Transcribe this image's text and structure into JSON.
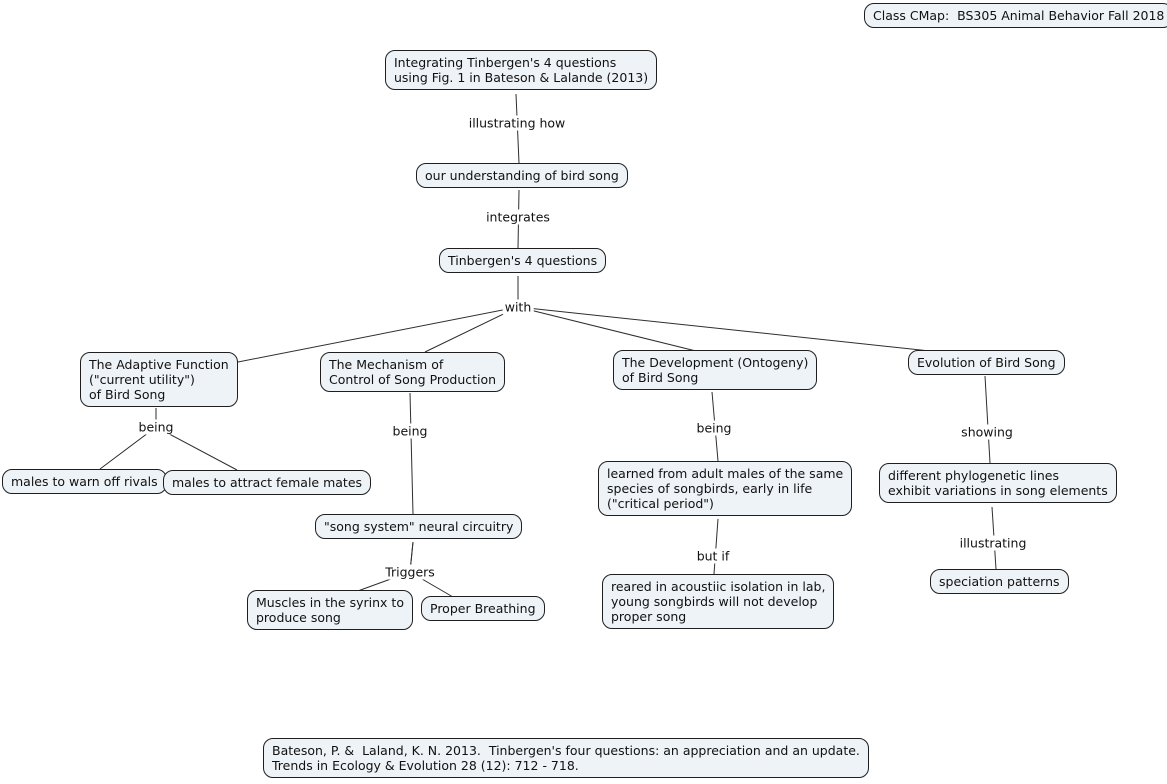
{
  "colors": {
    "background": "#ffffff",
    "node_fill": "#eef3f7",
    "node_border": "#1f1f1f",
    "edge_line": "#2e2e2e",
    "text": "#111111"
  },
  "nodes": {
    "class_title": "Class CMap:  BS305 Animal Behavior Fall 2018",
    "integrating": "Integrating Tinbergen's 4 questions\nusing Fig. 1 in Bateson & Lalande (2013)",
    "understanding": "our understanding of bird song",
    "tinbergen4": "Tinbergen's 4 questions",
    "adaptive": "The Adaptive Function\n(\"current utility\")\nof Bird Song",
    "mechanism": "The Mechanism of\nControl of Song Production",
    "development": "The Development (Ontogeny)\nof Bird Song",
    "evolution": "Evolution of Bird Song",
    "warn_rivals": "males to warn off rivals",
    "attract_mates": "males to attract female mates",
    "learned": "learned from adult males of the same\nspecies of songbirds, early in life\n(\"critical period\")",
    "phylo": "different phylogenetic lines\nexhibit variations in song elements",
    "song_system": "\"song system\" neural circuitry",
    "muscles": "Muscles in the syrinx to\nproduce song",
    "breathing": "Proper Breathing",
    "reared": "reared in acoustiic isolation in lab,\nyoung songbirds will not develop\nproper song",
    "speciation": "speciation patterns",
    "citation": "Bateson, P. &  Laland, K. N. 2013.  Tinbergen's four questions: an appreciation and an update.\nTrends in Ecology & Evolution 28 (12): 712 - 718."
  },
  "link_labels": {
    "illustrating_how": "illustrating how",
    "integrates": "integrates",
    "with": "with",
    "being_adaptive": "being",
    "being_mechanism": "being",
    "being_development": "being",
    "showing": "showing",
    "triggers": "Triggers",
    "but_if": "but if",
    "illustrating": "illustrating"
  },
  "edges": [
    {
      "from": "integrating",
      "label": "illustrating how",
      "to": "understanding"
    },
    {
      "from": "understanding",
      "label": "integrates",
      "to": "tinbergen4"
    },
    {
      "from": "tinbergen4",
      "label": "with",
      "to": "adaptive"
    },
    {
      "from": "tinbergen4",
      "label": "with",
      "to": "mechanism"
    },
    {
      "from": "tinbergen4",
      "label": "with",
      "to": "development"
    },
    {
      "from": "tinbergen4",
      "label": "with",
      "to": "evolution"
    },
    {
      "from": "adaptive",
      "label": "being",
      "to": "warn_rivals"
    },
    {
      "from": "adaptive",
      "label": "being",
      "to": "attract_mates"
    },
    {
      "from": "mechanism",
      "label": "being",
      "to": "song_system"
    },
    {
      "from": "song_system",
      "label": "Triggers",
      "to": "muscles"
    },
    {
      "from": "song_system",
      "label": "Triggers",
      "to": "breathing"
    },
    {
      "from": "development",
      "label": "being",
      "to": "learned"
    },
    {
      "from": "learned",
      "label": "but if",
      "to": "reared"
    },
    {
      "from": "evolution",
      "label": "showing",
      "to": "phylo"
    },
    {
      "from": "phylo",
      "label": "illustrating",
      "to": "speciation"
    }
  ]
}
